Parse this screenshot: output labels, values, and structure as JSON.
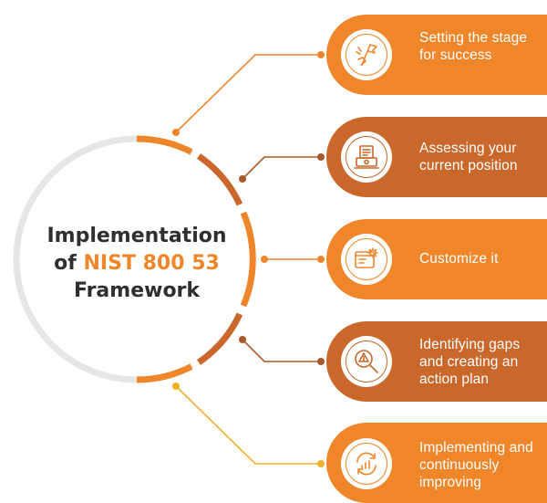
{
  "center": {
    "line1": "Implementation",
    "line2_prefix": "of ",
    "line2_accent": "NIST 800 53",
    "line3": "Framework"
  },
  "steps": [
    {
      "label": "Setting the stage for success",
      "icon": "hand-with-flag-icon",
      "color": "#f0862a"
    },
    {
      "label": "Assessing your current position",
      "icon": "document-and-laptop-icon",
      "color": "#c9682a"
    },
    {
      "label": "Customize it",
      "icon": "browser-with-gear-icon",
      "color": "#f0862a"
    },
    {
      "label": "Identifying gaps and creating an action plan",
      "icon": "magnifier-with-warning-icon",
      "color": "#c9682a"
    },
    {
      "label": "Implementing and continuously improving",
      "icon": "cycle-with-bar-chart-icon",
      "color": "#f0862a"
    }
  ],
  "colors": {
    "ring_gray": "#e6e6e6",
    "accent_orange": "#f0862a",
    "dark_orange": "#c9682a",
    "title_text": "#2f2f2f"
  }
}
